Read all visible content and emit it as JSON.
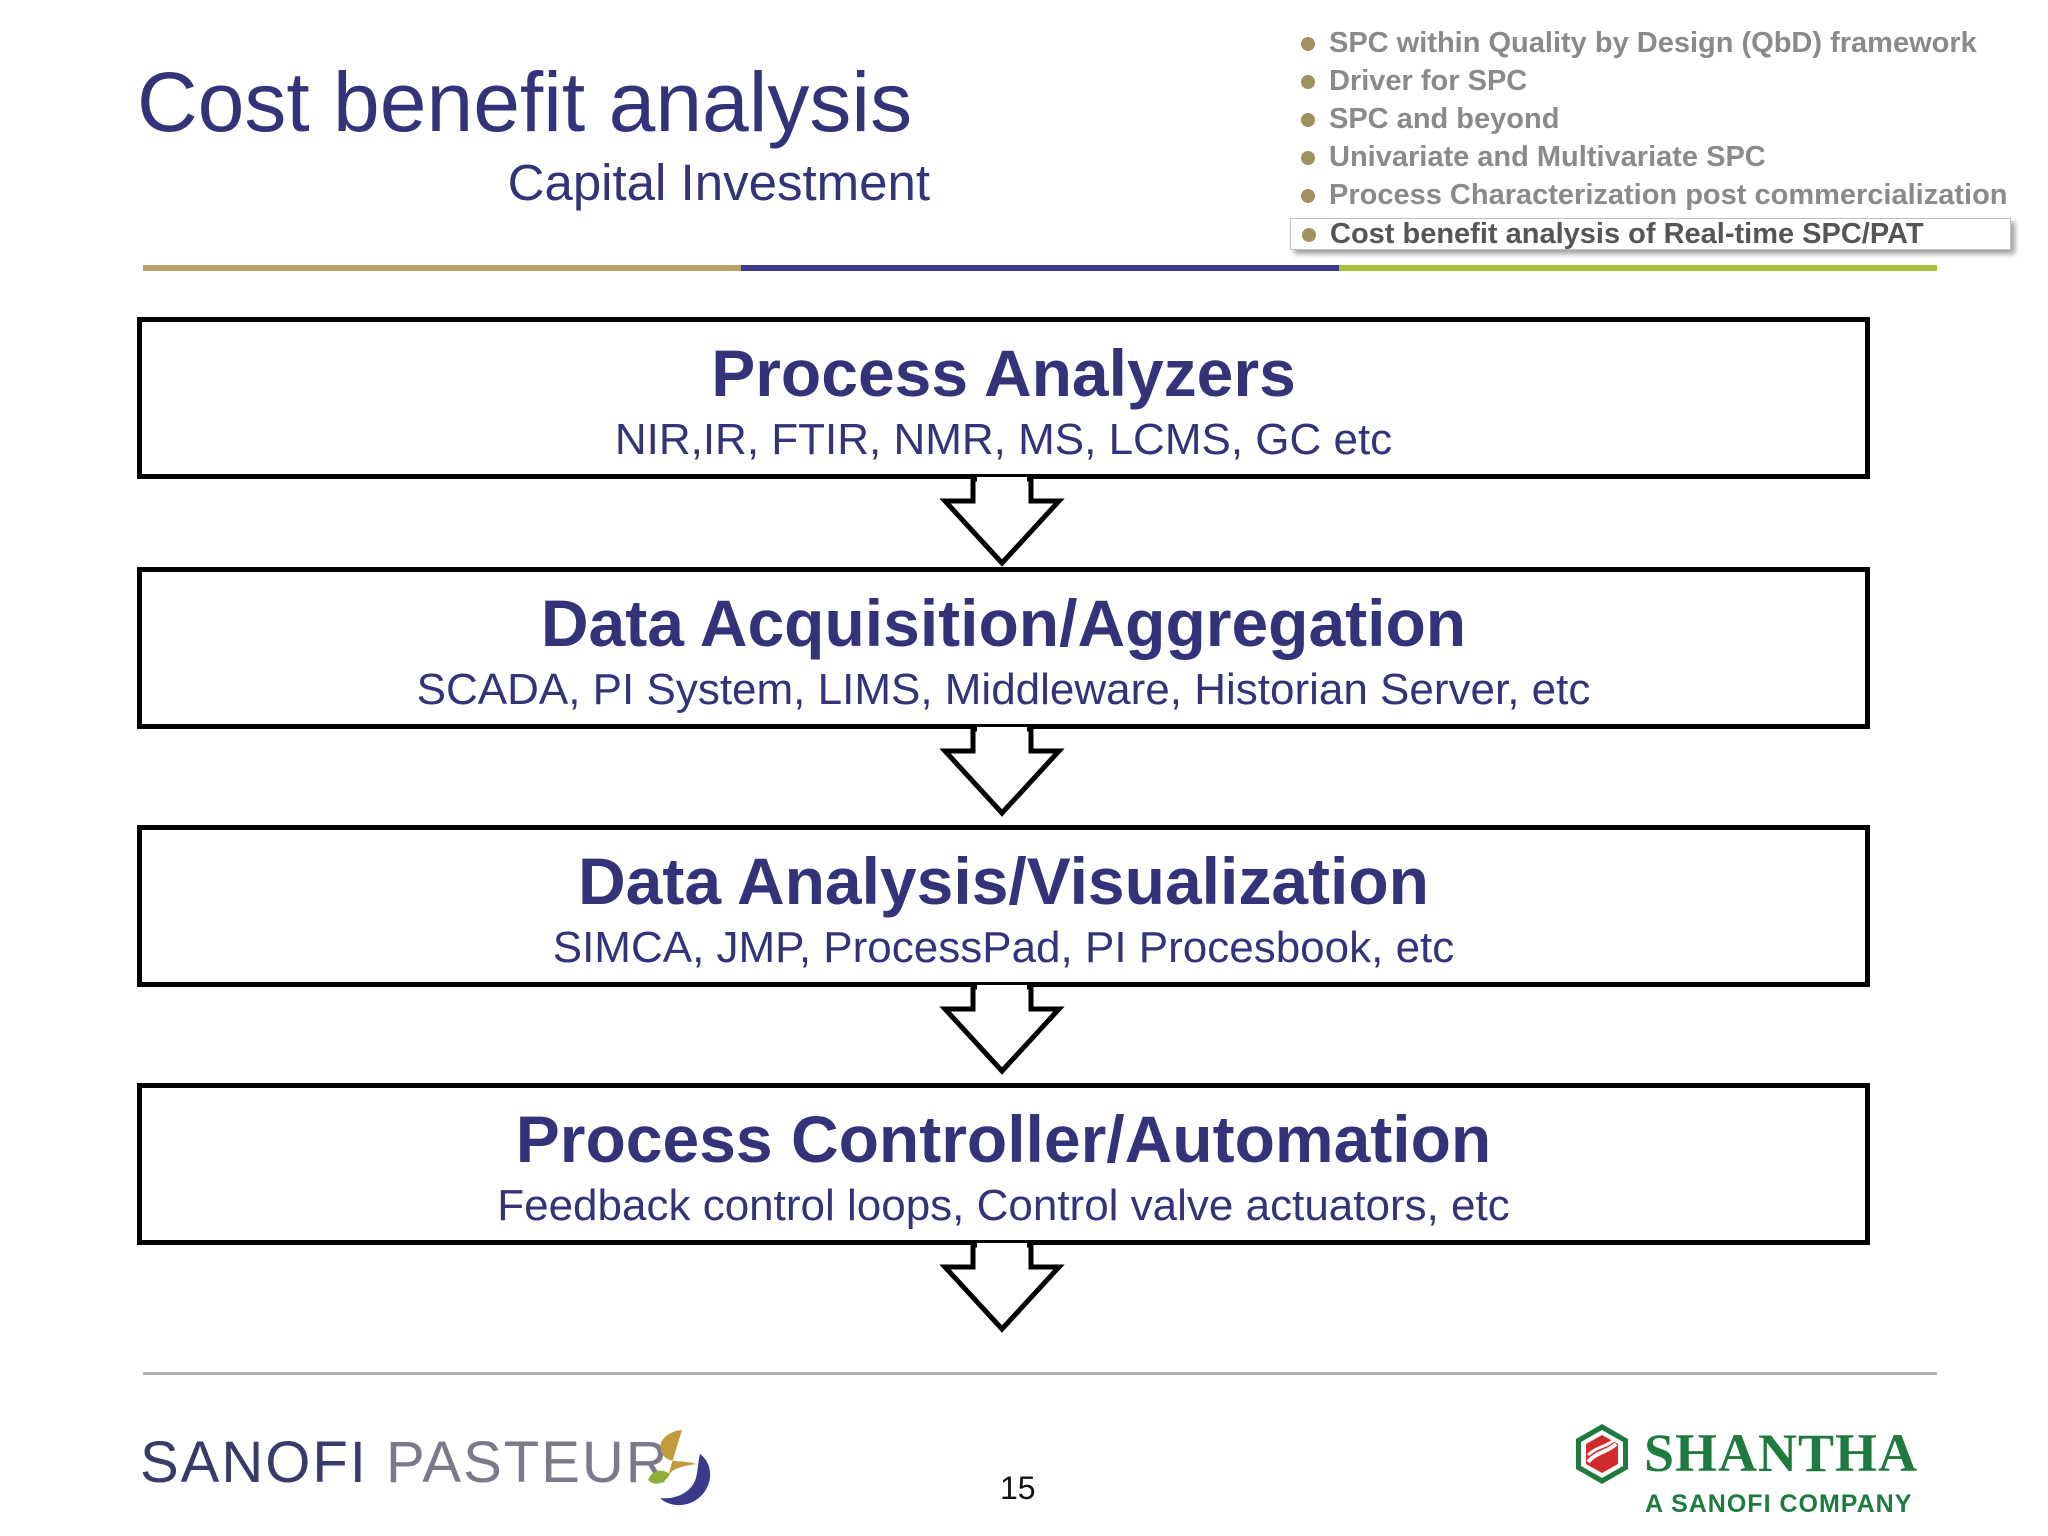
{
  "slide": {
    "title": "Cost benefit analysis",
    "subtitle": "Capital Investment",
    "page_number": "15"
  },
  "agenda": {
    "items": [
      {
        "label": "SPC within Quality by Design (QbD) framework"
      },
      {
        "label": "Driver for SPC"
      },
      {
        "label": "SPC and beyond"
      },
      {
        "label": "Univariate and Multivariate SPC"
      },
      {
        "label": "Process Characterization post commercialization"
      },
      {
        "label": "Cost benefit analysis of Real-time SPC/PAT"
      }
    ],
    "active_index": 5
  },
  "flow": {
    "steps": [
      {
        "heading": "Process Analyzers",
        "detail": "NIR,IR, FTIR, NMR, MS, LCMS, GC etc"
      },
      {
        "heading": "Data Acquisition/Aggregation",
        "detail": "SCADA, PI System, LIMS, Middleware, Historian Server, etc"
      },
      {
        "heading": "Data Analysis/Visualization",
        "detail": "SIMCA, JMP, ProcessPad, PI Procesbook, etc"
      },
      {
        "heading": "Process Controller/Automation",
        "detail": "Feedback control loops, Control valve actuators, etc"
      }
    ]
  },
  "logos": {
    "sanofi": {
      "word1": "SANOFI",
      "word2": "PASTEUR"
    },
    "shantha": {
      "name": "SHANTHA",
      "tagline": "A SANOFI COMPANY"
    }
  },
  "colors": {
    "text_primary": "#34337a",
    "rule_segments": [
      "#b5a26a",
      "#3d3a8e",
      "#a6c23a"
    ],
    "bullet": "#a09060",
    "agenda_text": "#8a8a8a",
    "shantha_green": "#1f7a40",
    "shantha_red": "#d12a2a"
  }
}
